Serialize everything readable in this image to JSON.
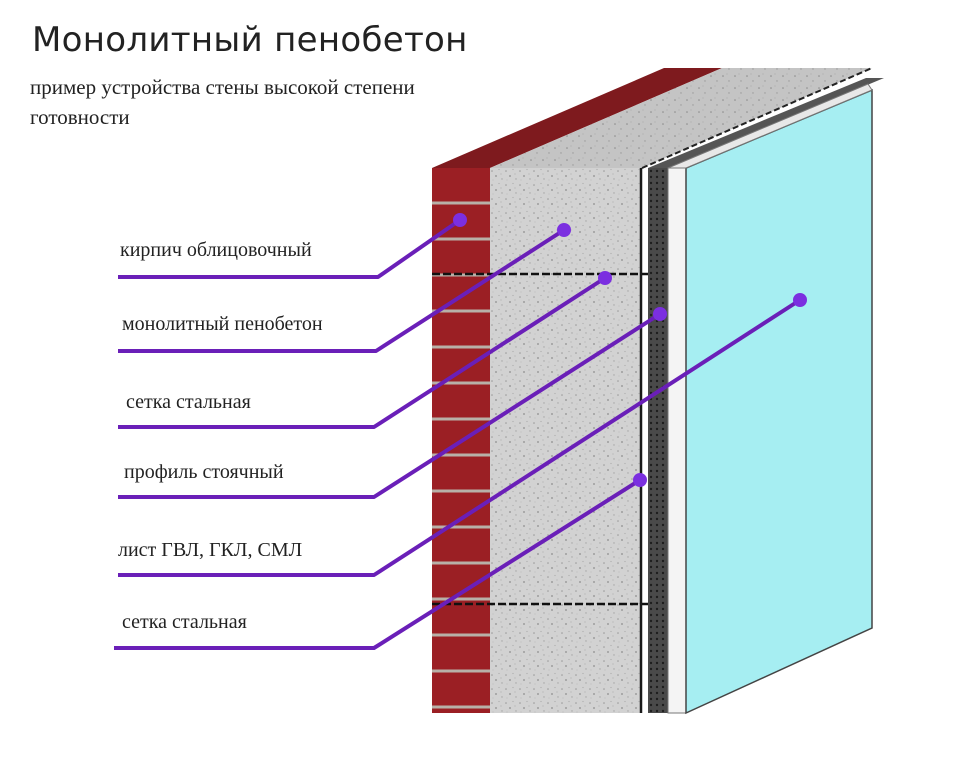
{
  "title": "Монолитный пенобетон",
  "subtitle": "пример устройства стены высокой степени готовности",
  "colors": {
    "brick": "#9b1f24",
    "brick_side": "#7a1418",
    "mortar": "#b8b0a8",
    "foam_concrete": "#d4d4d4",
    "foam_concrete_side": "#c2c2c2",
    "profile": "#3a3a3a",
    "sheet_edge": "#f4f4f4",
    "sheet_face": "#a6eef2",
    "callout": "#6a1fb8",
    "callout_dot": "#7b2fe0"
  },
  "callouts": [
    {
      "label": "кирпич облицовочный",
      "icon": "pointer-dot-icon"
    },
    {
      "label": "монолитный пенобетон",
      "icon": "pointer-dot-icon"
    },
    {
      "label": "сетка стальная",
      "icon": "pointer-dot-icon"
    },
    {
      "label": "профиль стоячный",
      "icon": "pointer-dot-icon"
    },
    {
      "label": "лист ГВЛ, ГКЛ, СМЛ",
      "icon": "pointer-dot-icon"
    },
    {
      "label": "сетка стальная",
      "icon": "pointer-dot-icon"
    }
  ]
}
